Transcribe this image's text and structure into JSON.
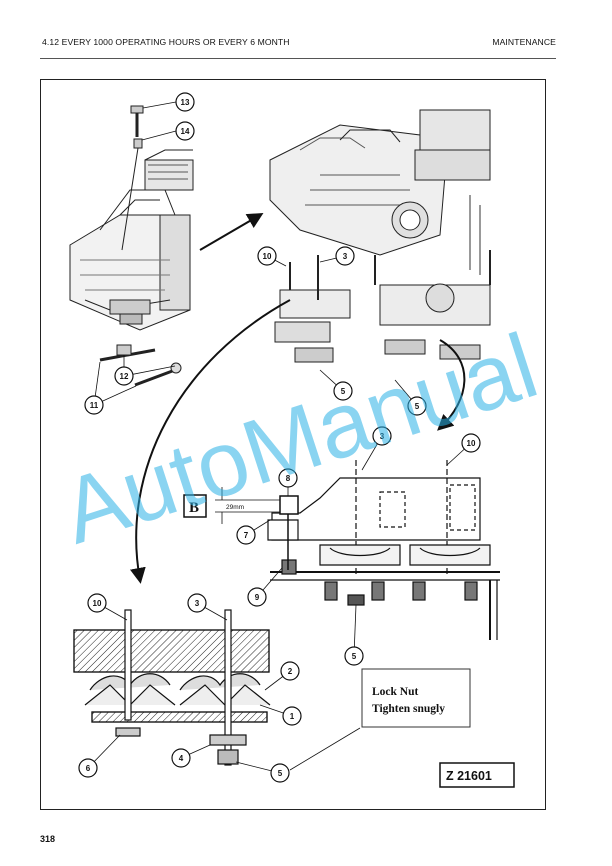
{
  "header": {
    "section_title": "4.12 EVERY 1000 OPERATING HOURS OR EVERY 6 MONTH",
    "chapter": "MAINTENANCE"
  },
  "figure": {
    "callout_numbers": [
      "13",
      "14",
      "10",
      "3",
      "12",
      "11",
      "5",
      "5",
      "3",
      "10",
      "8",
      "7",
      "9",
      "5",
      "10",
      "3",
      "2",
      "1",
      "4",
      "5",
      "6"
    ],
    "dimension_letter": "B",
    "dimension_value": "29mm",
    "note_line1": "Lock Nut",
    "note_line2": "Tighten snugly",
    "reference_id": "Z 21601"
  },
  "watermark": "AutoManual",
  "footer": {
    "page_number": "318"
  }
}
